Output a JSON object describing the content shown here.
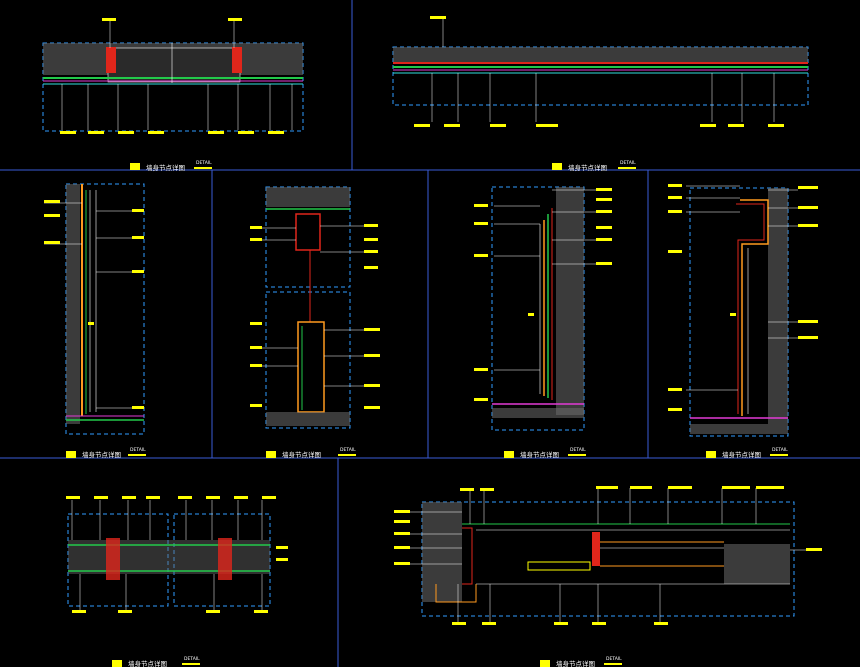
{
  "sheet": {
    "title_text": "墙身节点详图",
    "detail_tag": "DETAIL",
    "colors": {
      "frame": "#3a5bd6",
      "dash": "#2f9bff",
      "leader": "#ffffff",
      "tag": "#ffff00",
      "wall": "#6b6b6b",
      "red": "#e0261b",
      "green": "#22c94a",
      "magenta": "#e23bd6",
      "cyan": "#2fe0e0",
      "orange": "#ff9a1f"
    }
  },
  "panels": [
    {
      "id": "panel-1",
      "title": "墙身节点详图",
      "tag": "DETAIL"
    },
    {
      "id": "panel-2",
      "title": "墙身节点详图",
      "tag": "DETAIL"
    },
    {
      "id": "panel-3",
      "title": "墙身节点详图",
      "tag": "DETAIL"
    },
    {
      "id": "panel-4",
      "title": "墙身节点详图",
      "tag": "DETAIL"
    },
    {
      "id": "panel-5",
      "title": "墙身节点详图",
      "tag": "DETAIL"
    },
    {
      "id": "panel-6",
      "title": "墙身节点详图",
      "tag": "DETAIL"
    },
    {
      "id": "panel-7",
      "title": "墙身节点详图",
      "tag": "DETAIL"
    },
    {
      "id": "panel-8",
      "title": "墙身节点详图",
      "tag": "DETAIL"
    }
  ]
}
